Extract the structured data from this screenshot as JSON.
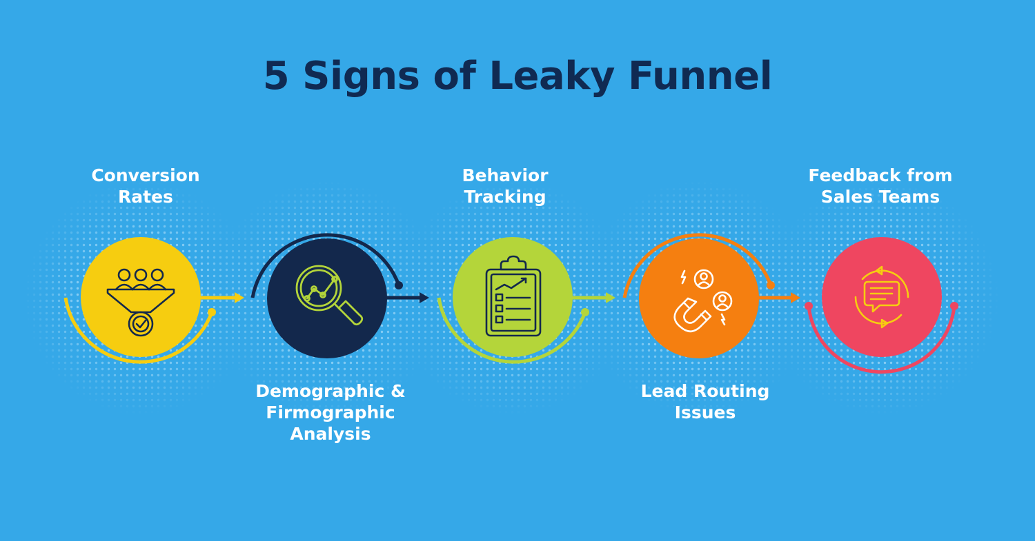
{
  "title": "5 Signs of Leaky Funnel",
  "steps": [
    {
      "lines": [
        "Conversion",
        "Rates"
      ],
      "color": "#f6cd10",
      "icon": "funnel-people-icon"
    },
    {
      "lines": [
        "Demographic &",
        "Firmographic",
        "Analysis"
      ],
      "color": "#13284c",
      "icon": "magnifier-chart-icon"
    },
    {
      "lines": [
        "Behavior",
        "Tracking"
      ],
      "color": "#b4d53a",
      "icon": "clipboard-checklist-icon"
    },
    {
      "lines": [
        "Lead Routing",
        "Issues"
      ],
      "color": "#f57f10",
      "icon": "magnet-users-icon"
    },
    {
      "lines": [
        "Feedback from",
        "Sales Teams"
      ],
      "color": "#ef4660",
      "icon": "chat-refresh-icon"
    }
  ]
}
